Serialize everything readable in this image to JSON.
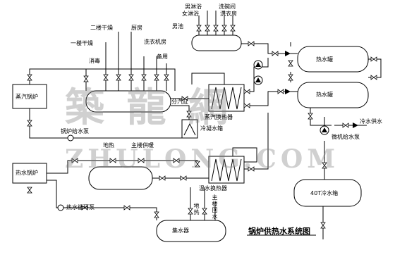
{
  "title": "锅炉供热水系统图",
  "watermark": {
    "top": "築 龍 網",
    "bottom": "ZHULONG.COM"
  },
  "equipment": {
    "steam_boiler": "蒸汽锅炉",
    "hot_water_boiler": "热水锅炉",
    "sub_cylinder": "分汽缸",
    "steam_heat_exchanger": "蒸汽换热器",
    "condensate_tank": "冷凝水箱",
    "boiler_feed_pump": "锅炉给水泵",
    "hot_water_heat_exchanger": "温水换热器",
    "hot_water_circ_pump": "热水循环泵",
    "collector": "集水器",
    "hot_tank_1": "热水罐",
    "hot_tank_2": "热水罐",
    "cold_tank": "40T冷水箱",
    "unit_feed_pump": "微机给水泵",
    "cold_water_supply": "冷水供水"
  },
  "steam_users": [
    "消毒",
    "一楼干燥",
    "二楼干燥",
    "厨房",
    "洗衣机房",
    "备用"
  ],
  "top_users": [
    "男淋浴",
    "女淋浴",
    "洗碗间",
    "洗衣房",
    "男池"
  ],
  "heating_labels": [
    "地热",
    "主楼供暖"
  ],
  "return_labels": [
    "地热",
    "主楼回水"
  ],
  "colors": {
    "line": "#000000",
    "watermark": "#8a8a8a"
  }
}
